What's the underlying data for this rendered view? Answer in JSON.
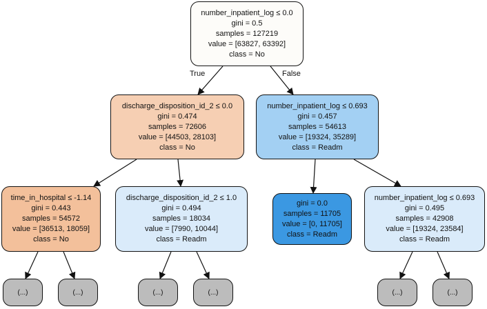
{
  "colors": {
    "root": "#fdfcf9",
    "no_medium": "#f6cfb3",
    "no_strong": "#f3c09b",
    "readm_light": "#daebfa",
    "readm_medium": "#a3d0f3",
    "readm_strong": "#3b98e2",
    "truncated": "#bcbcbc"
  },
  "edges": {
    "true_label": "True",
    "false_label": "False"
  },
  "nodes": {
    "root": {
      "lines": [
        "number_inpatient_log ≤ 0.0",
        "gini = 0.5",
        "samples = 127219",
        "value = [63827, 63392]",
        "class = No"
      ]
    },
    "left": {
      "lines": [
        "discharge_disposition_id_2 ≤ 0.0",
        "gini = 0.474",
        "samples = 72606",
        "value = [44503, 28103]",
        "class = No"
      ]
    },
    "right": {
      "lines": [
        "number_inpatient_log ≤ 0.693",
        "gini = 0.457",
        "samples = 54613",
        "value = [19324, 35289]",
        "class = Readm"
      ]
    },
    "ll": {
      "lines": [
        "time_in_hospital ≤ -1.14",
        "gini = 0.443",
        "samples = 54572",
        "value = [36513, 18059]",
        "class = No"
      ]
    },
    "lr": {
      "lines": [
        "discharge_disposition_id_2 ≤ 1.0",
        "gini = 0.494",
        "samples = 18034",
        "value = [7990, 10044]",
        "class = Readm"
      ]
    },
    "rl": {
      "lines": [
        "gini = 0.0",
        "samples = 11705",
        "value = [0, 11705]",
        "class = Readm"
      ]
    },
    "rr": {
      "lines": [
        "number_inpatient_log ≤ 0.693",
        "gini = 0.495",
        "samples = 42908",
        "value = [19324, 23584]",
        "class = Readm"
      ]
    }
  },
  "truncated_label": "(...)"
}
